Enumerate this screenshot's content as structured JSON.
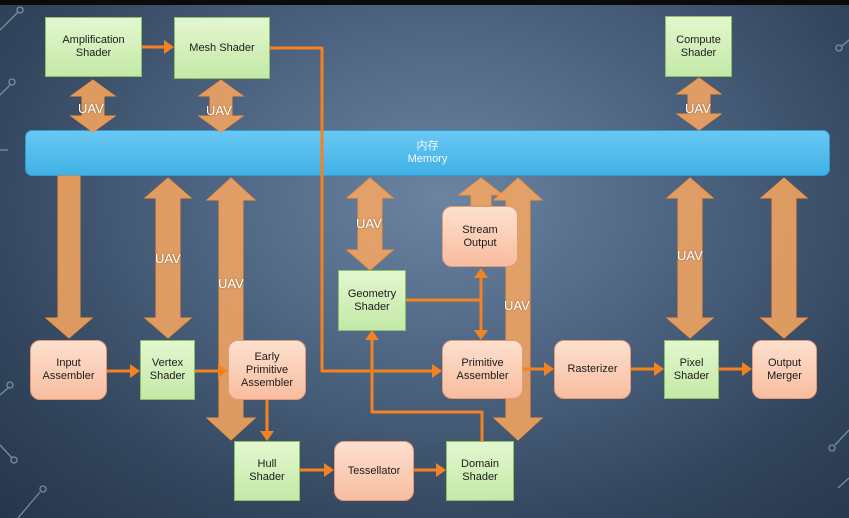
{
  "colors": {
    "background": "#4d6582",
    "memory": "#4cb8ea",
    "shader_stage": "#cdeeb1",
    "fixed_stage": "#fac8ae",
    "arrow": "#f7a35a",
    "connector": "#f58220",
    "circuit": "#8fa7bf"
  },
  "memory": {
    "line1": "内存",
    "line2": "Memory"
  },
  "uav_label": "UAV",
  "nodes": {
    "amplification_shader": "Amplification\nShader",
    "mesh_shader": "Mesh Shader",
    "compute_shader": "Compute\nShader",
    "stream_output": "Stream\nOutput",
    "geometry_shader": "Geometry\nShader",
    "input_assembler": "Input\nAssembler",
    "vertex_shader": "Vertex\nShader",
    "early_primitive_assembler": "Early\nPrimitive\nAssembler",
    "primitive_assembler": "Primitive\nAssembler",
    "rasterizer": "Rasterizer",
    "pixel_shader": "Pixel\nShader",
    "output_merger": "Output\nMerger",
    "hull_shader": "Hull\nShader",
    "tessellator": "Tessellator",
    "domain_shader": "Domain\nShader"
  }
}
